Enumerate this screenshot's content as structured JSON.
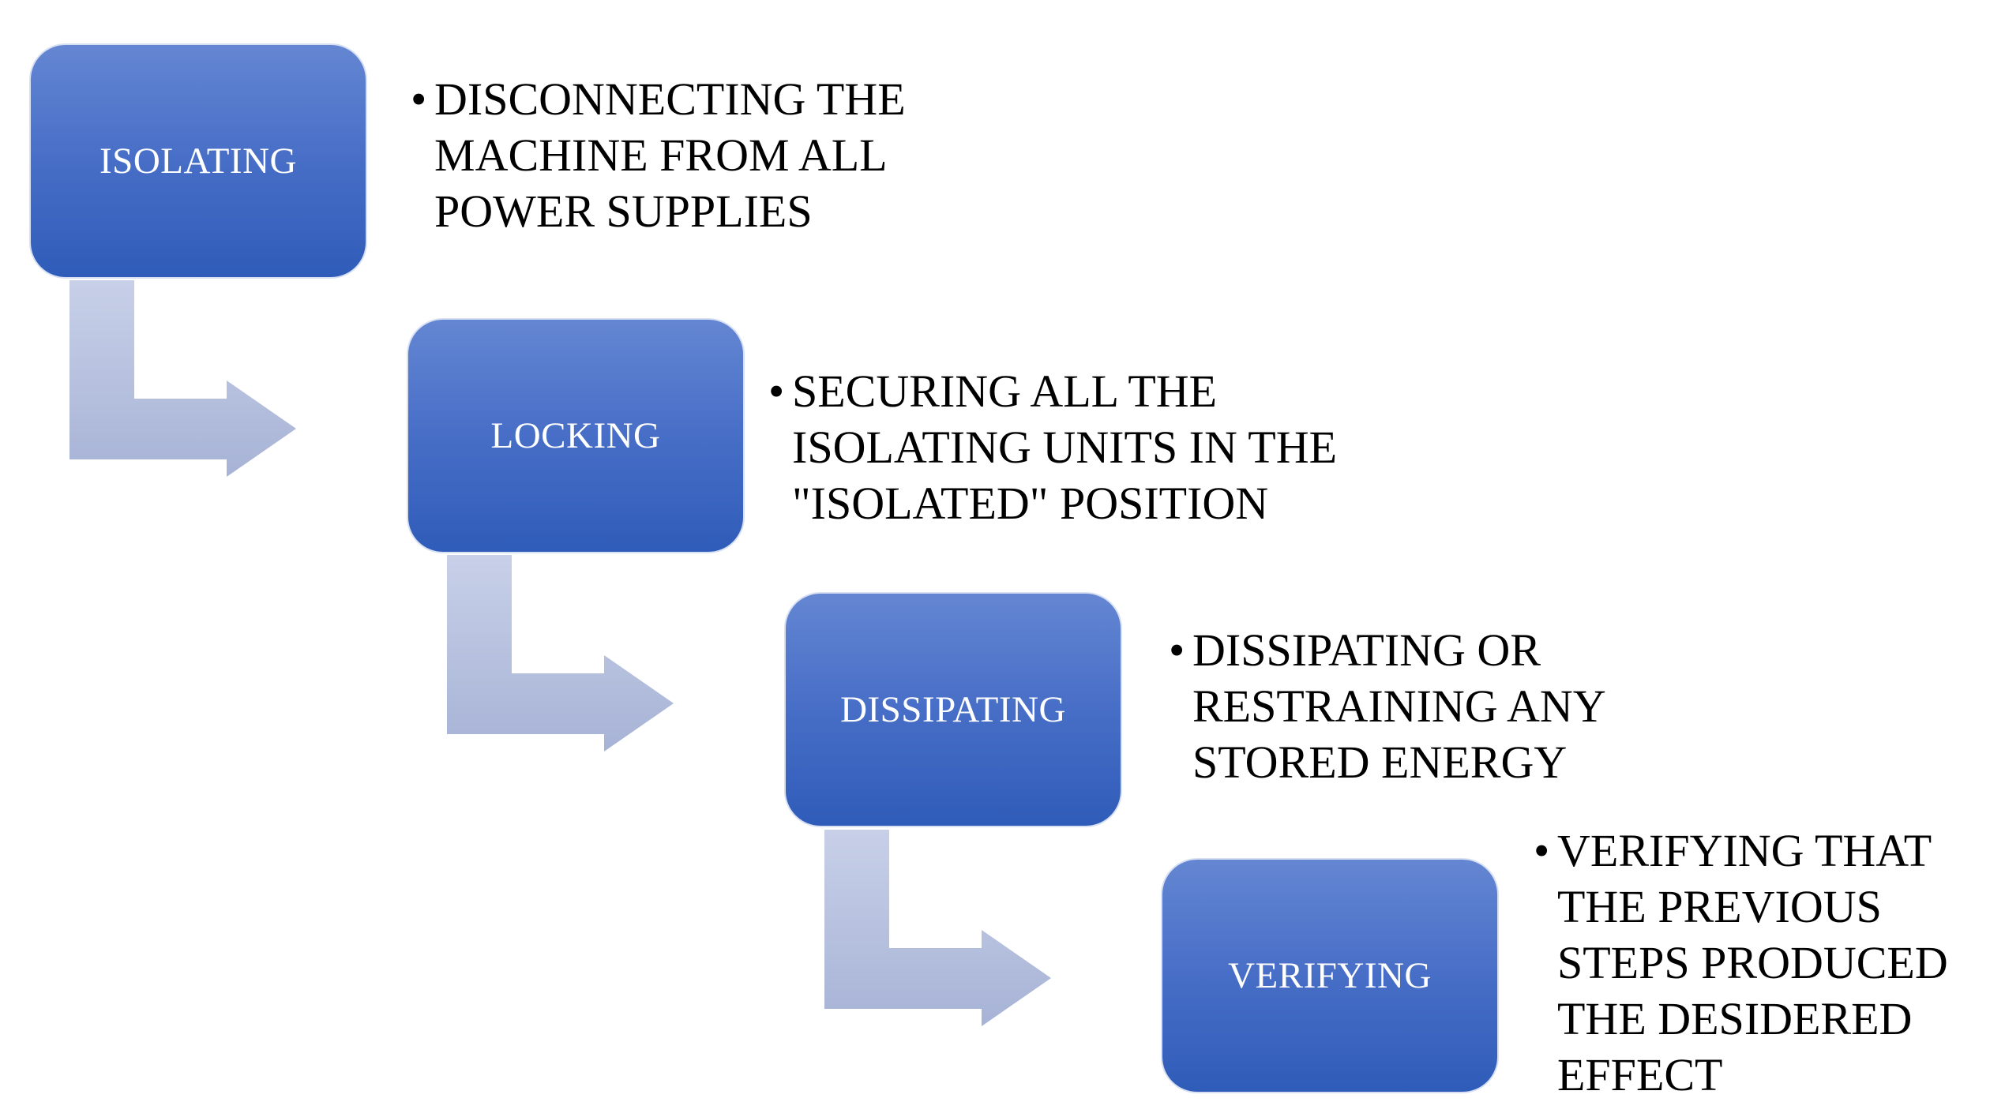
{
  "steps": [
    {
      "label": "ISOLATING",
      "description": [
        "DISCONNECTING THE",
        "MACHINE FROM ALL",
        "POWER SUPPLIES"
      ]
    },
    {
      "label": "LOCKING",
      "description": [
        "SECURING ALL THE",
        "ISOLATING UNITS IN THE",
        "\"ISOLATED\" POSITION"
      ]
    },
    {
      "label": "DISSIPATING",
      "description": [
        "DISSIPATING OR",
        "RESTRAINING ANY",
        "STORED ENERGY"
      ]
    },
    {
      "label": "VERIFYING",
      "description": [
        "VERIFYING THAT",
        "THE PREVIOUS",
        "STEPS PRODUCED",
        "THE DESIDERED",
        "EFFECT"
      ]
    }
  ],
  "bullet": "•",
  "colors": {
    "box_top": "#6486d2",
    "box_bottom": "#2f5cb9",
    "box_text": "#ffffff",
    "arrow_top": "#c8d0e8",
    "arrow_bottom": "#a7b3d6",
    "text": "#000000"
  }
}
